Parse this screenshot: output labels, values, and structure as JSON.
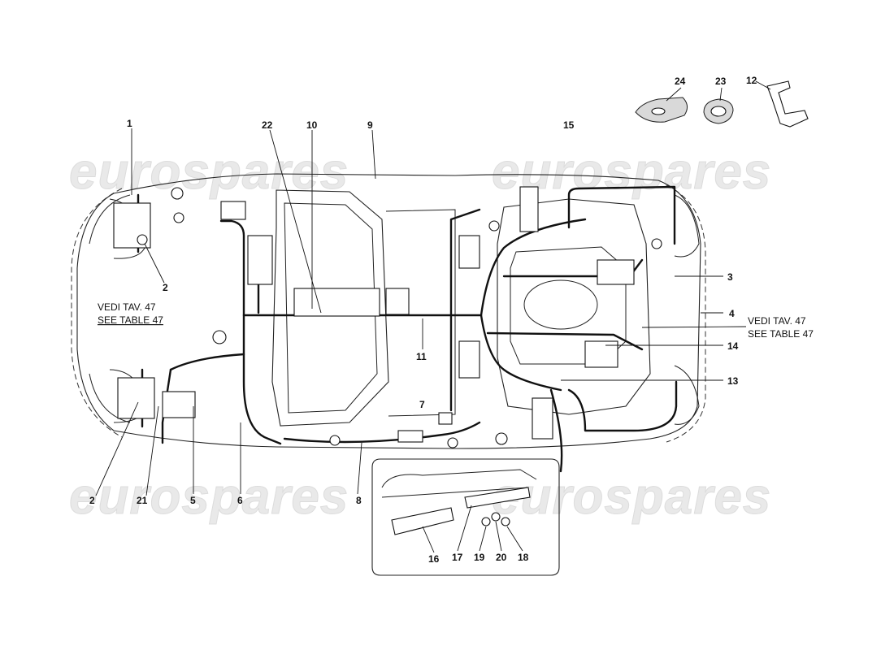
{
  "watermarks": [
    "eurospares",
    "eurospares",
    "eurospares",
    "eurospares"
  ],
  "notes": {
    "left_it": "VEDI TAV. 47",
    "left_en": "SEE TABLE 47",
    "right_it": "VEDI TAV. 47",
    "right_en": "SEE TABLE 47"
  },
  "labels": [
    "1",
    "2",
    "3",
    "4",
    "2",
    "5",
    "6",
    "7",
    "8",
    "9",
    "10",
    "11",
    "12",
    "13",
    "14",
    "15",
    "16",
    "17",
    "18",
    "19",
    "20",
    "21",
    "22",
    "23",
    "24"
  ]
}
